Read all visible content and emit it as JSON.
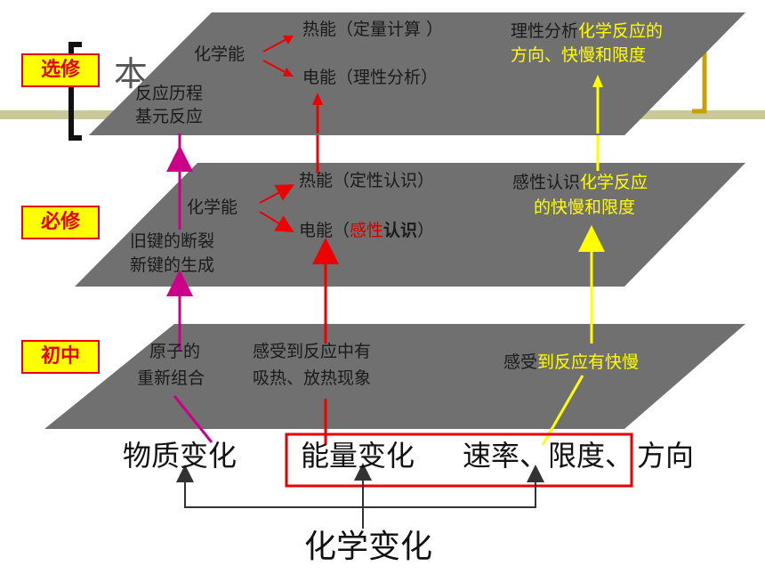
{
  "levels": {
    "elective": "选修",
    "required": "必修",
    "junior": "初中"
  },
  "heading_fragment": "本",
  "top_plane": {
    "chem_energy": "化学能",
    "heat_energy": "热能（定量计算 ）",
    "electric_energy": "电能（理性分析）",
    "process_line1": "反应历程",
    "process_line2": "基元反应",
    "analysis_prefix": "理性分析",
    "analysis_line1": "化学反应的",
    "analysis_line2": "方向、快慢和限度"
  },
  "middle_plane": {
    "chem_energy": "化学能",
    "heat_energy": "热能（定性认识）",
    "electric_prefix": "电能（",
    "electric_colored": "感性",
    "electric_mid": "认识",
    "electric_suffix": "）",
    "bond_line1": "旧键的断裂",
    "bond_line2": "新键的生成",
    "perception_prefix": "感性认识",
    "perception_line1": "化学反应",
    "perception_line2": "的快慢和限度"
  },
  "bottom_plane": {
    "atoms_line1": "原子的",
    "atoms_line2": "重新组合",
    "heat_line1": "感受到反应中有",
    "heat_line2": "吸热、放热现象",
    "rate_prefix": "感受",
    "rate_rest": "到反应有快慢"
  },
  "bottom_row": {
    "matter_change": "物质变化",
    "energy_change": "能量变化",
    "rate_limit": "速率、限度、",
    "direction": "方向",
    "chemical_change": "化学变化"
  },
  "colors": {
    "plane_fill": "#707070",
    "label_bg": "#ffff00",
    "label_text": "#e60000",
    "magenta_arrow": "#cc0088",
    "red_arrow": "#ee0000",
    "yellow_arrow": "#ffff00"
  }
}
